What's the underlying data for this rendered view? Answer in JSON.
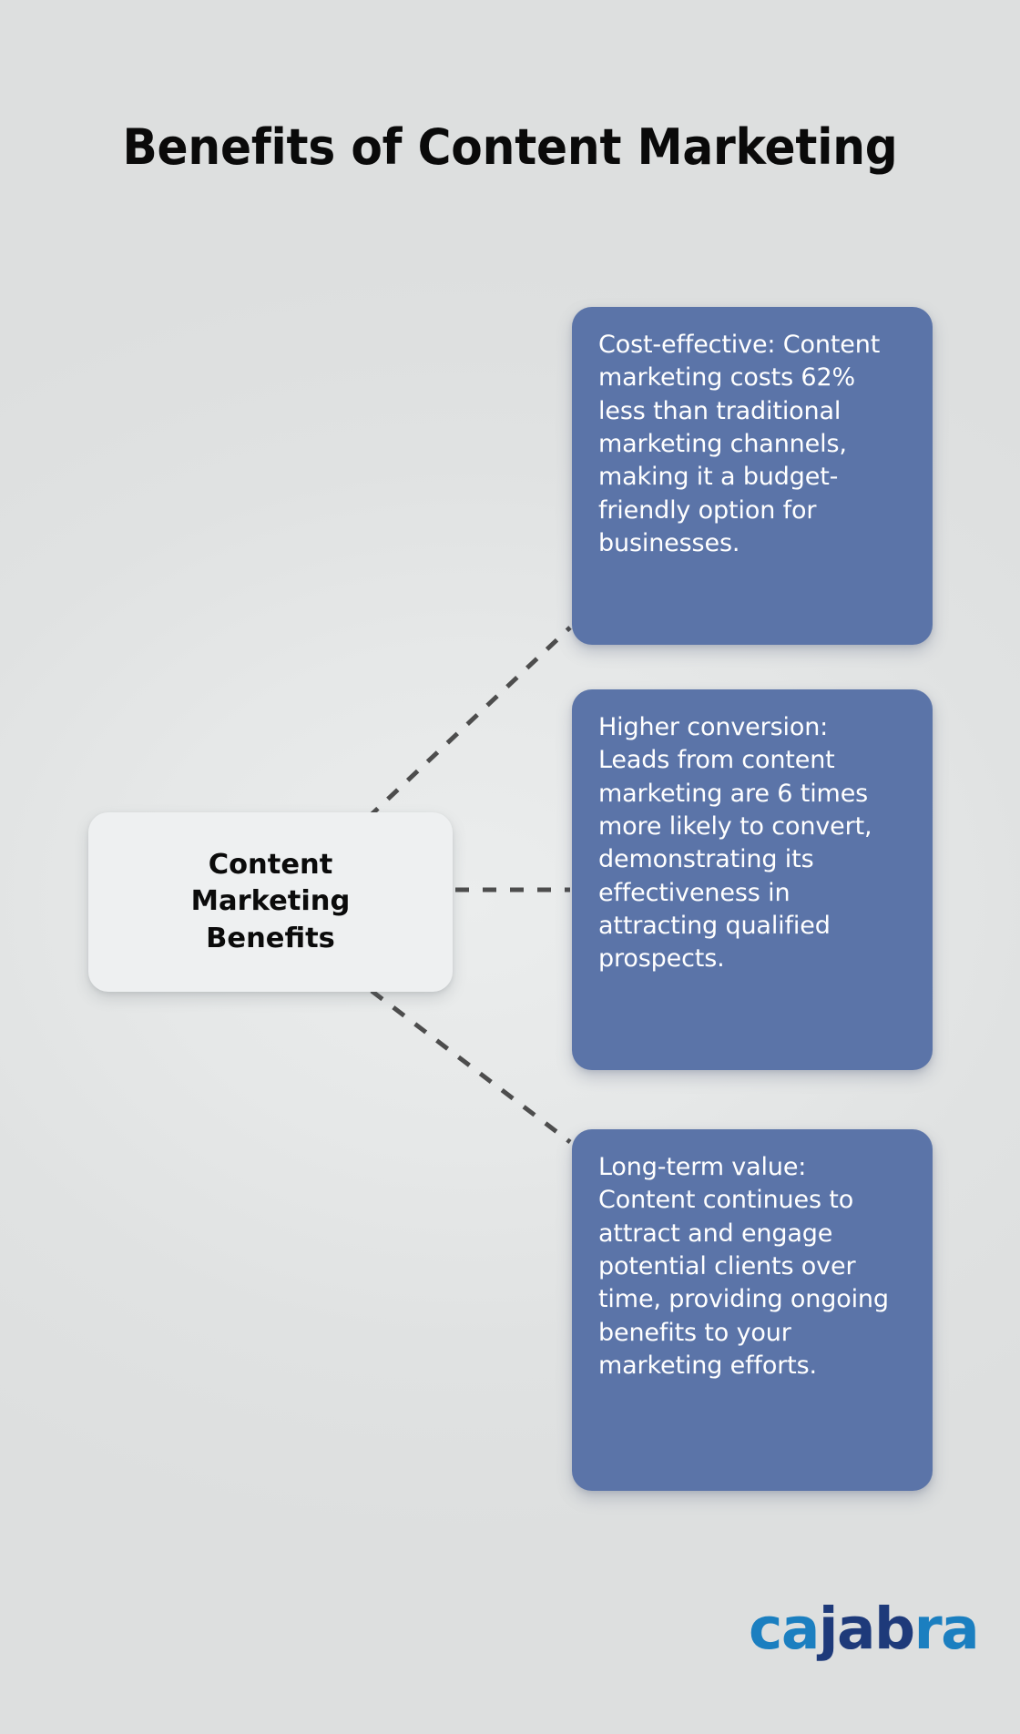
{
  "page": {
    "title": "Benefits of Content Marketing",
    "background_color": "#e1e3e3"
  },
  "center_node": {
    "label": "Content\nMarketing\nBenefits",
    "background_color": "#eef0f1",
    "text_color": "#0b0b0b"
  },
  "cards": [
    {
      "id": "cost-effective",
      "text": "Cost-effective: Content marketing costs 62% less than traditional marketing channels, making it a budget-friendly option for businesses.",
      "background_color": "#5b74a8",
      "text_color": "#ffffff"
    },
    {
      "id": "higher-conversion",
      "text": "Higher conversion: Leads from content marketing are 6 times more likely to convert, demonstrating its effectiveness in attracting qualified prospects.",
      "background_color": "#5b74a8",
      "text_color": "#ffffff"
    },
    {
      "id": "long-term-value",
      "text": "Long-term value: Content continues to attract and engage potential clients over time, providing ongoing benefits to your marketing efforts.",
      "background_color": "#5b74a8",
      "text_color": "#ffffff"
    }
  ],
  "connectors": {
    "style": "dashed",
    "color": "#4d4d4d",
    "count": 3
  },
  "logo": {
    "part1": "ca",
    "part2": "jab",
    "part3": "ra",
    "full_text": "cajabra",
    "color_primary": "#1b7fc0",
    "color_secondary": "#1e3a7a"
  }
}
